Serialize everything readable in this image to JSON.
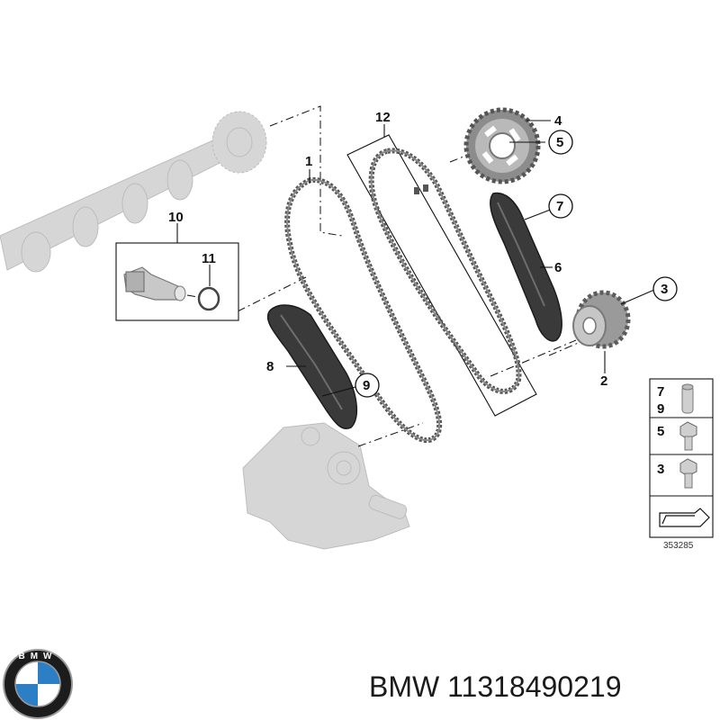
{
  "diagram": {
    "callouts": {
      "c1": "1",
      "c2": "2",
      "c3": "3",
      "c4": "4",
      "c5": "5",
      "c6": "6",
      "c7": "7",
      "c8": "8",
      "c9": "9",
      "c10": "10",
      "c11": "11",
      "c12": "12"
    },
    "legend": {
      "row1_top": "7",
      "row1_bottom": "9",
      "row2": "5",
      "row3": "3"
    },
    "diagram_number": "353285"
  },
  "footer": {
    "brand_text": "BMW 11318490219",
    "logo_letters": "BMW"
  },
  "colors": {
    "chain": "#555555",
    "guide_rail": "#3a3a3a",
    "ghost_parts": "#d6d6d6",
    "logo_blue": "#2c7fc4",
    "logo_ring": "#1c1c1c"
  },
  "icons": {
    "logo": "bmw-roundel-icon",
    "flow": "direction-arrow-icon"
  }
}
